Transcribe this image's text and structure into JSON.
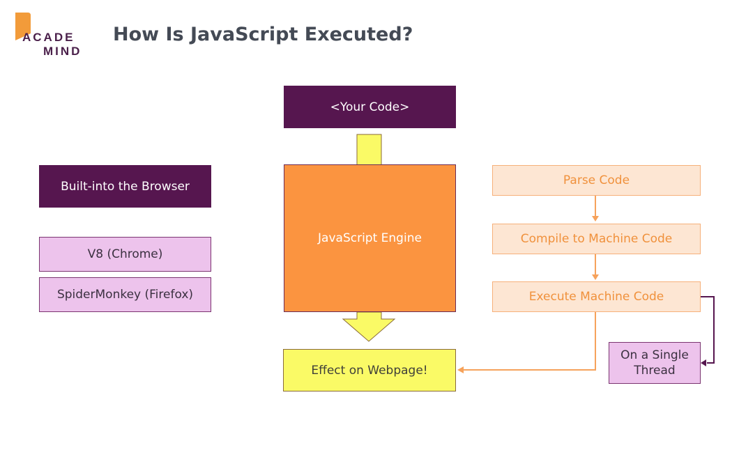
{
  "logo": {
    "line1": "ACADE",
    "line2": "MIND"
  },
  "title": "How Is JavaScript Executed?",
  "diagram": {
    "your_code": "<Your Code>",
    "engine": "JavaScript Engine",
    "effect": "Effect on Webpage!",
    "built_into": "Built-into the Browser",
    "engines": [
      "V8 (Chrome)",
      "SpiderMonkey (Firefox)"
    ],
    "steps": [
      "Parse Code",
      "Compile to Machine Code",
      "Execute Machine Code"
    ],
    "single_thread": "On a Single Thread"
  },
  "colors": {
    "dark_purple": "#56164f",
    "light_purple": "#edc3ec",
    "orange": "#fb9440",
    "yellow": "#fafa66",
    "peach": "#fde6d3",
    "peach_text": "#f0913c"
  }
}
